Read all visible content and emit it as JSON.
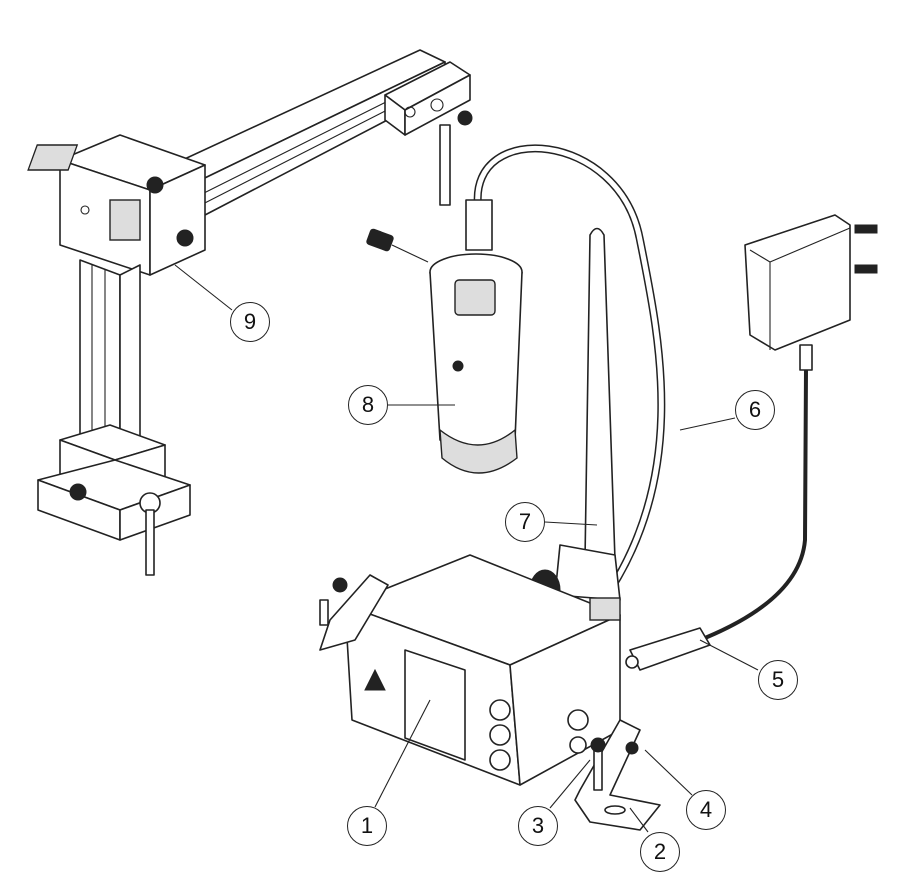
{
  "callouts": [
    {
      "number": "1",
      "part": "controller-display"
    },
    {
      "number": "2",
      "part": "mounting-bracket"
    },
    {
      "number": "3",
      "part": "bracket-screw"
    },
    {
      "number": "4",
      "part": "thumb-screw"
    },
    {
      "number": "5",
      "part": "power-connector"
    },
    {
      "number": "6",
      "part": "sensor-cable"
    },
    {
      "number": "7",
      "part": "antenna"
    },
    {
      "number": "8",
      "part": "sensor"
    },
    {
      "number": "9",
      "part": "aluminium-stand"
    }
  ],
  "colors": {
    "line": "#222222",
    "background": "#ffffff"
  }
}
